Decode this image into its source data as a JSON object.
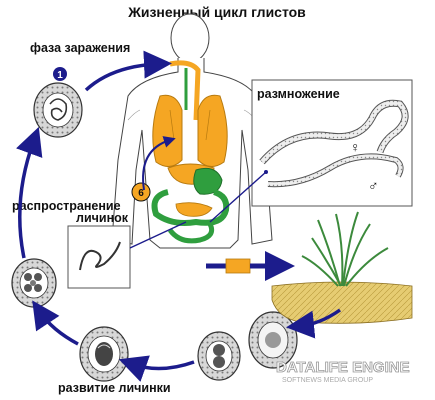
{
  "title": "Жизненный цикл глистов",
  "labels": {
    "infection_phase": "фаза заражения",
    "reproduction": "размножение",
    "larvae_spread_line1": "распространение",
    "larvae_spread_line2": "личинок",
    "larva_development": "развитие личинки"
  },
  "badges": {
    "step_one": "1",
    "step_six": "6"
  },
  "sex_symbols": {
    "female": "♀",
    "male": "♂"
  },
  "watermark": {
    "main": "DATALIFE ENGINE",
    "sub": "SOFTNEWS MEDIA GROUP"
  },
  "colors": {
    "cycle_arrow": "#1c1c8c",
    "lungs": "#f5a623",
    "digestive_tract": "#2f9e3e",
    "ground": "#e6cc72",
    "grass": "#3c8a3c"
  }
}
